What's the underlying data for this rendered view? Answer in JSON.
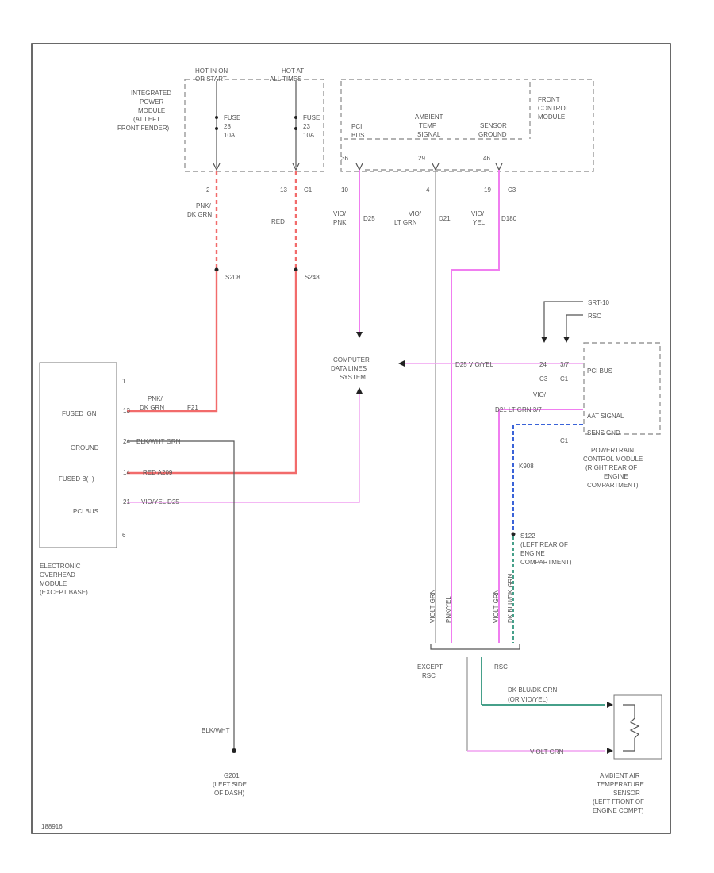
{
  "colors": {
    "red_wire": "#f26b6b",
    "pink_wire": "#f07ef0",
    "gray_wire": "#9a9a9a",
    "green_wire": "#46a08a",
    "blue_wire": "#3a63d8"
  },
  "labels": {
    "hot_run_crank_1": "HOT IN ON",
    "hot_run_crank_2": "OR START",
    "hot_all_times_1": "HOT AT",
    "hot_all_times_2": "ALL TIMES",
    "ipm_1": "INTEGRATED",
    "ipm_2": "POWER",
    "ipm_3": "MODULE",
    "ipm_4": "(AT LEFT",
    "ipm_5": "FRONT FENDER)",
    "fcm_1": "FRONT",
    "fcm_2": "CONTROL",
    "fcm_3": "MODULE",
    "fuse_a_1": "FUSE",
    "fuse_a_2": "28",
    "fuse_a_3": "10A",
    "fuse_b_1": "FUSE",
    "fuse_b_2": "23",
    "fuse_b_3": "10A",
    "pci_bus_fcm_1": "PCI",
    "pci_bus_fcm_2": "BUS",
    "ambient_1": "AMBIENT",
    "ambient_2": "TEMP",
    "ambient_3": "SIGNAL",
    "sensor_1": "SENSOR",
    "sensor_2": "GROUND",
    "pin_36": "36",
    "pin_29": "29",
    "pin_46": "46",
    "pin_2": "2",
    "pin_13_c1": "13",
    "c1_a": "C1",
    "pin_10": "10",
    "pin_4": "4",
    "pin_19": "19",
    "c3_a": "C3",
    "wire_pnk_1": "PNK/",
    "wire_pnk_2": "DK GRN",
    "wire_red": "RED",
    "wire_vio_1": "VIO/",
    "wire_vio_2": "PNK",
    "wire_d25": "D25",
    "wire_vio_ltgrn_1": "VIO/",
    "wire_vio_ltgrn_2": "LT GRN",
    "wire_d21": "D21",
    "wire_vio_yel_1": "VIO/",
    "wire_vio_yel_2": "YEL",
    "wire_d180": "D180",
    "splice_s208": "S208",
    "splice_s248": "S248",
    "computer_data_1": "COMPUTER",
    "computer_data_2": "DATA LINES",
    "computer_data_3": "SYSTEM",
    "srt_exc_1": "SRT-10",
    "srt_exc_2": "RSC",
    "pcm_pins_1": "24",
    "pcm_pins_2": "3/7",
    "pcm_c3": "C3",
    "pcm_c1": "C1",
    "pcm_pci_bus": "PCI BUS",
    "pcm_aat_1": "AAT SIGNAL",
    "pcm_aat_2": "SENS GND",
    "pcm_c1_b": "C1",
    "pcm_1": "POWERTRAIN",
    "pcm_2": "CONTROL MODULE",
    "pcm_3": "(RIGHT REAR OF",
    "pcm_4": "ENGINE",
    "pcm_5": "COMPARTMENT)",
    "wire_d25_b": "D25  VIO/YEL",
    "wire_vio_b": "VIO/",
    "wire_ltgrn_b": "D21  LT GRN  3/7",
    "wire_k908": "K908",
    "splice_s122_1": "S122",
    "splice_s122_2": "(LEFT REAR OF",
    "splice_s122_3": "ENGINE",
    "splice_s122_4": "COMPARTMENT)",
    "eom_pin1": "1",
    "eom_fused_ign": "FUSED IGN",
    "eom_ground": "GROUND",
    "eom_fused_bplus": "FUSED B(+)",
    "eom_pci_bus": "PCI BUS",
    "eom_pin6": "6",
    "eom_1": "ELECTRONIC",
    "eom_2": "OVERHEAD",
    "eom_3": "MODULE",
    "eom_4": "(EXCEPT BASE)",
    "w_pnk_1": "PNK/",
    "w_pnk_2": "DK GRN",
    "w_f21": "F21",
    "w_blk_whtgrn": "BLK/WHT GRN",
    "w_red_a209": "RED      A209",
    "w_vio_yel_d25": "VIO/YEL   D25",
    "w_pin13": "13",
    "w_pin24": "24",
    "w_pin14": "14",
    "w_pin21": "21",
    "d25_vioyel": "D25  VIO/YEL",
    "except_rsc_1": "EXCEPT",
    "except_rsc_2": "RSC",
    "rsc": "RSC",
    "dk_blu_dk_grn_1": "DK BLU/DK GRN",
    "dk_blu_dk_grn_2": "(OR VIO/YEL)",
    "violt_grn": "VIOLT GRN",
    "blk_wht": "BLK/WHT",
    "ground_1": "G201",
    "ground_2": "(LEFT SIDE",
    "ground_3": "OF DASH)",
    "ambient_sensor_1": "AMBIENT AIR",
    "ambient_sensor_2": "TEMPERATURE",
    "ambient_sensor_3": "SENSOR",
    "ambient_sensor_4": "(LEFT FRONT OF",
    "ambient_sensor_5": "ENGINE COMPT)",
    "footer_code": "188916",
    "vert_violtgrn_1": "VIOLT GRN",
    "vert_violtgrn_2": "VIOLT GRN",
    "vert_pnk": "PNK/YEL",
    "vert_dkblu": "DK BLU/DK GRN",
    "vert_violt_a": "VIOLT GRN",
    "vert_violt_b": "VIOLT GRN",
    "vert_dkblugrn": "DK BLU/DK GRN"
  }
}
